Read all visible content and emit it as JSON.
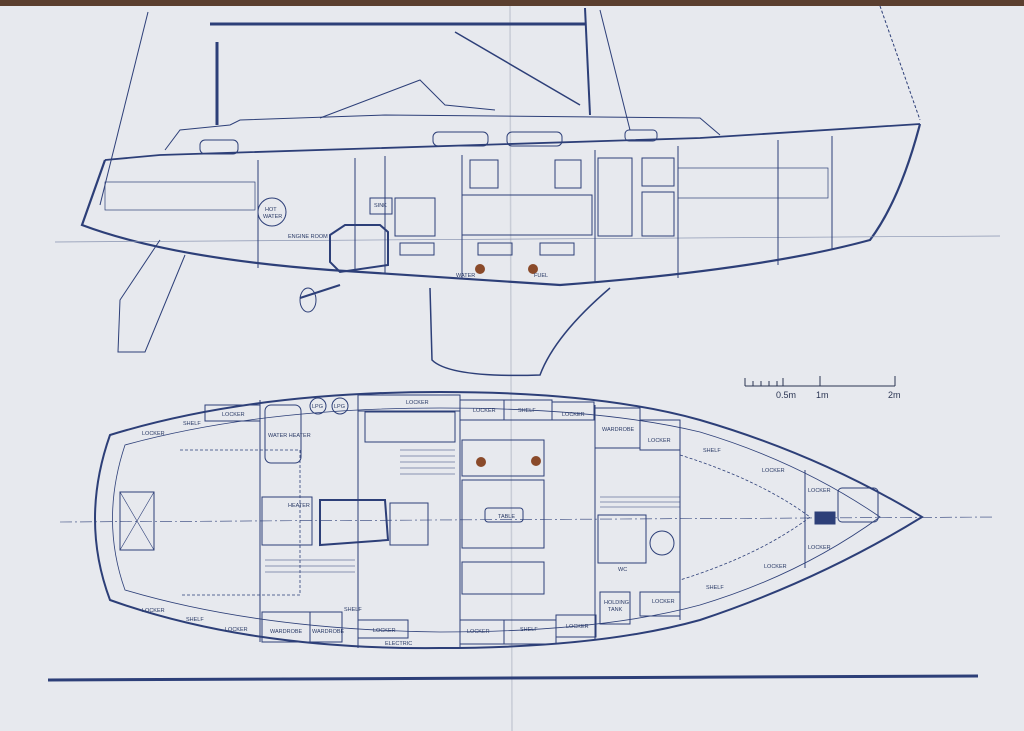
{
  "scale_bar": {
    "labels": [
      "0.5m",
      "1m",
      "2m"
    ]
  },
  "profile_labels": {
    "hot_water_1": "HOT",
    "hot_water_2": "WATER",
    "engine_room": "ENGINE ROOM",
    "sink": "SINK",
    "water": "WATER",
    "fuel": "FUEL"
  },
  "plan_labels": {
    "locker_top_1": "LOCKER",
    "locker_top_2": "LOCKER",
    "shelf_top_1": "SHELF",
    "lpg_1": "LPG",
    "lpg_2": "LPG",
    "water_heater": "WATER HEATER",
    "locker_top_3": "LOCKER",
    "locker_top_4": "LOCKER",
    "shelf_top_2": "SHELF",
    "locker_top_5": "LOCKER",
    "wardrobe_top": "WARDROBE",
    "locker_top_6": "LOCKER",
    "shelf_top_3": "SHELF",
    "locker_bow_top": "LOCKER",
    "locker_bow": "LOCKER",
    "heater": "HEATER",
    "table": "TABLE",
    "wc": "WC",
    "locker_bot_1": "LOCKER",
    "shelf_bot_1": "SHELF",
    "locker_bot_2": "LOCKER",
    "wardrobe_bot_1": "WARDROBE",
    "wardrobe_bot_2": "WARDROBE",
    "shelf_bot_2": "SHELF",
    "locker_bot_3": "LOCKER",
    "electric": "ELECTRIC",
    "locker_bot_4": "LOCKER",
    "shelf_bot_3": "SHELF",
    "locker_bot_5": "LOCKER",
    "holding_tank_1": "HOLDING",
    "holding_tank_2": "TANK",
    "locker_bot_6": "LOCKER",
    "shelf_bot_4": "SHELF",
    "locker_bot_7": "LOCKER",
    "locker_bot_bow": "LOCKER"
  },
  "colors": {
    "paper": "#e7e9ee",
    "line": "#2d3f78",
    "fold": "#c8ccd6",
    "background": "#5b3f2f"
  }
}
